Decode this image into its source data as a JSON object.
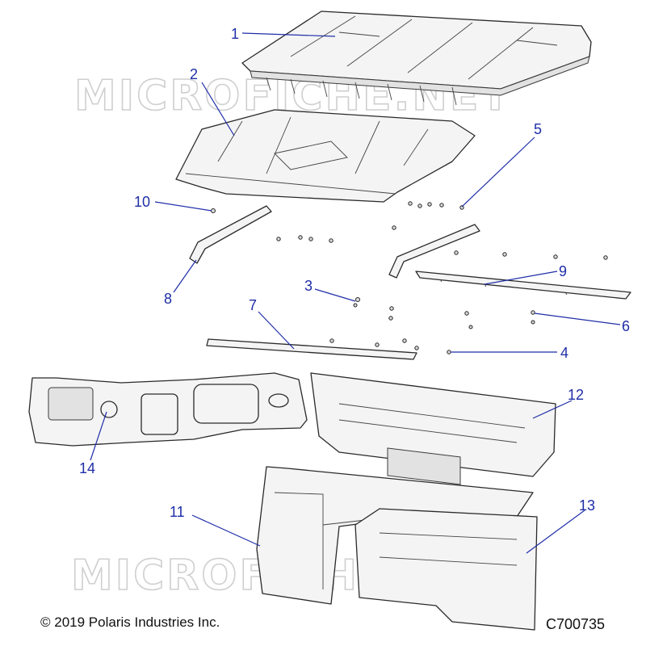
{
  "watermark": "MICROFICHE.NET",
  "copyright": "© 2019 Polaris Industries Inc.",
  "drawing_number": "C700735",
  "callouts": [
    {
      "id": "1",
      "part": "roof"
    },
    {
      "id": "2",
      "part": "headliner"
    },
    {
      "id": "3",
      "part": "fastener"
    },
    {
      "id": "4",
      "part": "fastener"
    },
    {
      "id": "5",
      "part": "fastener"
    },
    {
      "id": "6",
      "part": "fastener"
    },
    {
      "id": "7",
      "part": "trim-strip"
    },
    {
      "id": "8",
      "part": "trim-strip"
    },
    {
      "id": "9",
      "part": "trim-bar"
    },
    {
      "id": "10",
      "part": "fastener"
    },
    {
      "id": "11",
      "part": "rear-panel"
    },
    {
      "id": "12",
      "part": "rear-panel"
    },
    {
      "id": "13",
      "part": "rear-panel"
    },
    {
      "id": "14",
      "part": "dash-frame"
    }
  ]
}
